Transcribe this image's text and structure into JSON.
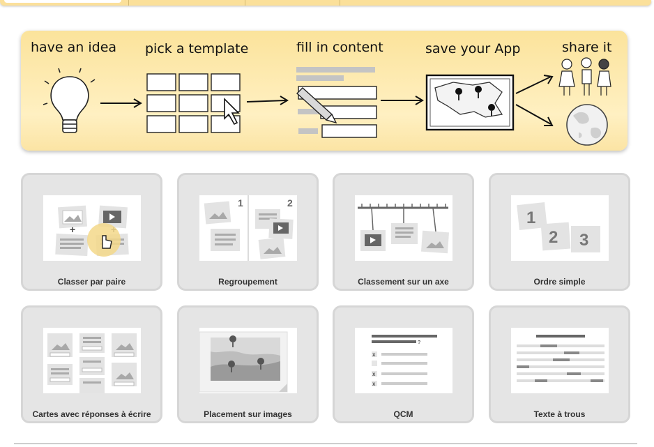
{
  "hero": {
    "steps": [
      "have an idea",
      "pick a template",
      "fill in content",
      "save your App",
      "share it"
    ]
  },
  "templates": [
    {
      "label": "Classer par paire",
      "icon": "pair-cards-icon"
    },
    {
      "label": "Regroupement",
      "icon": "grouping-icon"
    },
    {
      "label": "Classement sur un axe",
      "icon": "axis-icon"
    },
    {
      "label": "Ordre simple",
      "icon": "order-numbers-icon"
    },
    {
      "label": "Cartes avec réponses à écrire",
      "icon": "write-cards-icon"
    },
    {
      "label": "Placement sur images",
      "icon": "map-pins-icon"
    },
    {
      "label": "QCM",
      "icon": "multiple-choice-icon"
    },
    {
      "label": "Texte à trous",
      "icon": "gap-text-icon"
    }
  ],
  "thumb_text": {
    "group_1": "1",
    "group_2": "2",
    "order": [
      "1",
      "2",
      "3"
    ],
    "qcm_mark": "?",
    "qcm_x": "x"
  }
}
